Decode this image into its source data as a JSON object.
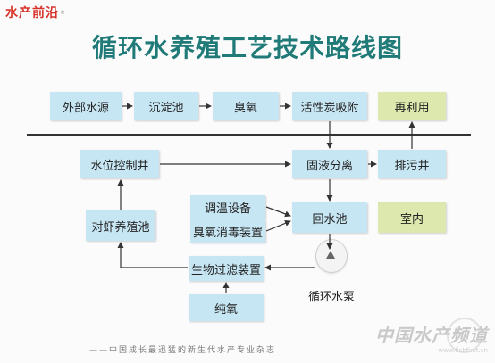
{
  "logo": {
    "text": "水产前沿",
    "mark": "®"
  },
  "title": "循环水养殖工艺技术路线图",
  "nodes": {
    "water_source": "外部水源",
    "sedimentation": "沉淀池",
    "ozone": "臭氧",
    "carbon": "活性炭吸附",
    "reuse": "再利用",
    "level_well": "水位控制井",
    "solid_liquid": "固液分离",
    "drain_well": "排污井",
    "temp_device": "调温设备",
    "ozone_disinfect": "臭氧消毒装置",
    "return_pool": "回水池",
    "indoor": "室内",
    "shrimp_pond": "对虾养殖池",
    "biofilter": "生物过滤装置",
    "oxygen": "纯氧"
  },
  "pump_label": "循环水泵",
  "footer": "——中国成长最迅猛的新生代水产专业杂志",
  "watermark": {
    "text": "中国水产频道",
    "url": "www.fishfirst.cn"
  },
  "colors": {
    "title": "#1f7a78",
    "box_blue": "#c7e6f3",
    "box_green": "#dce8ad",
    "arrow": "#333333",
    "logo": "#d8332b"
  }
}
